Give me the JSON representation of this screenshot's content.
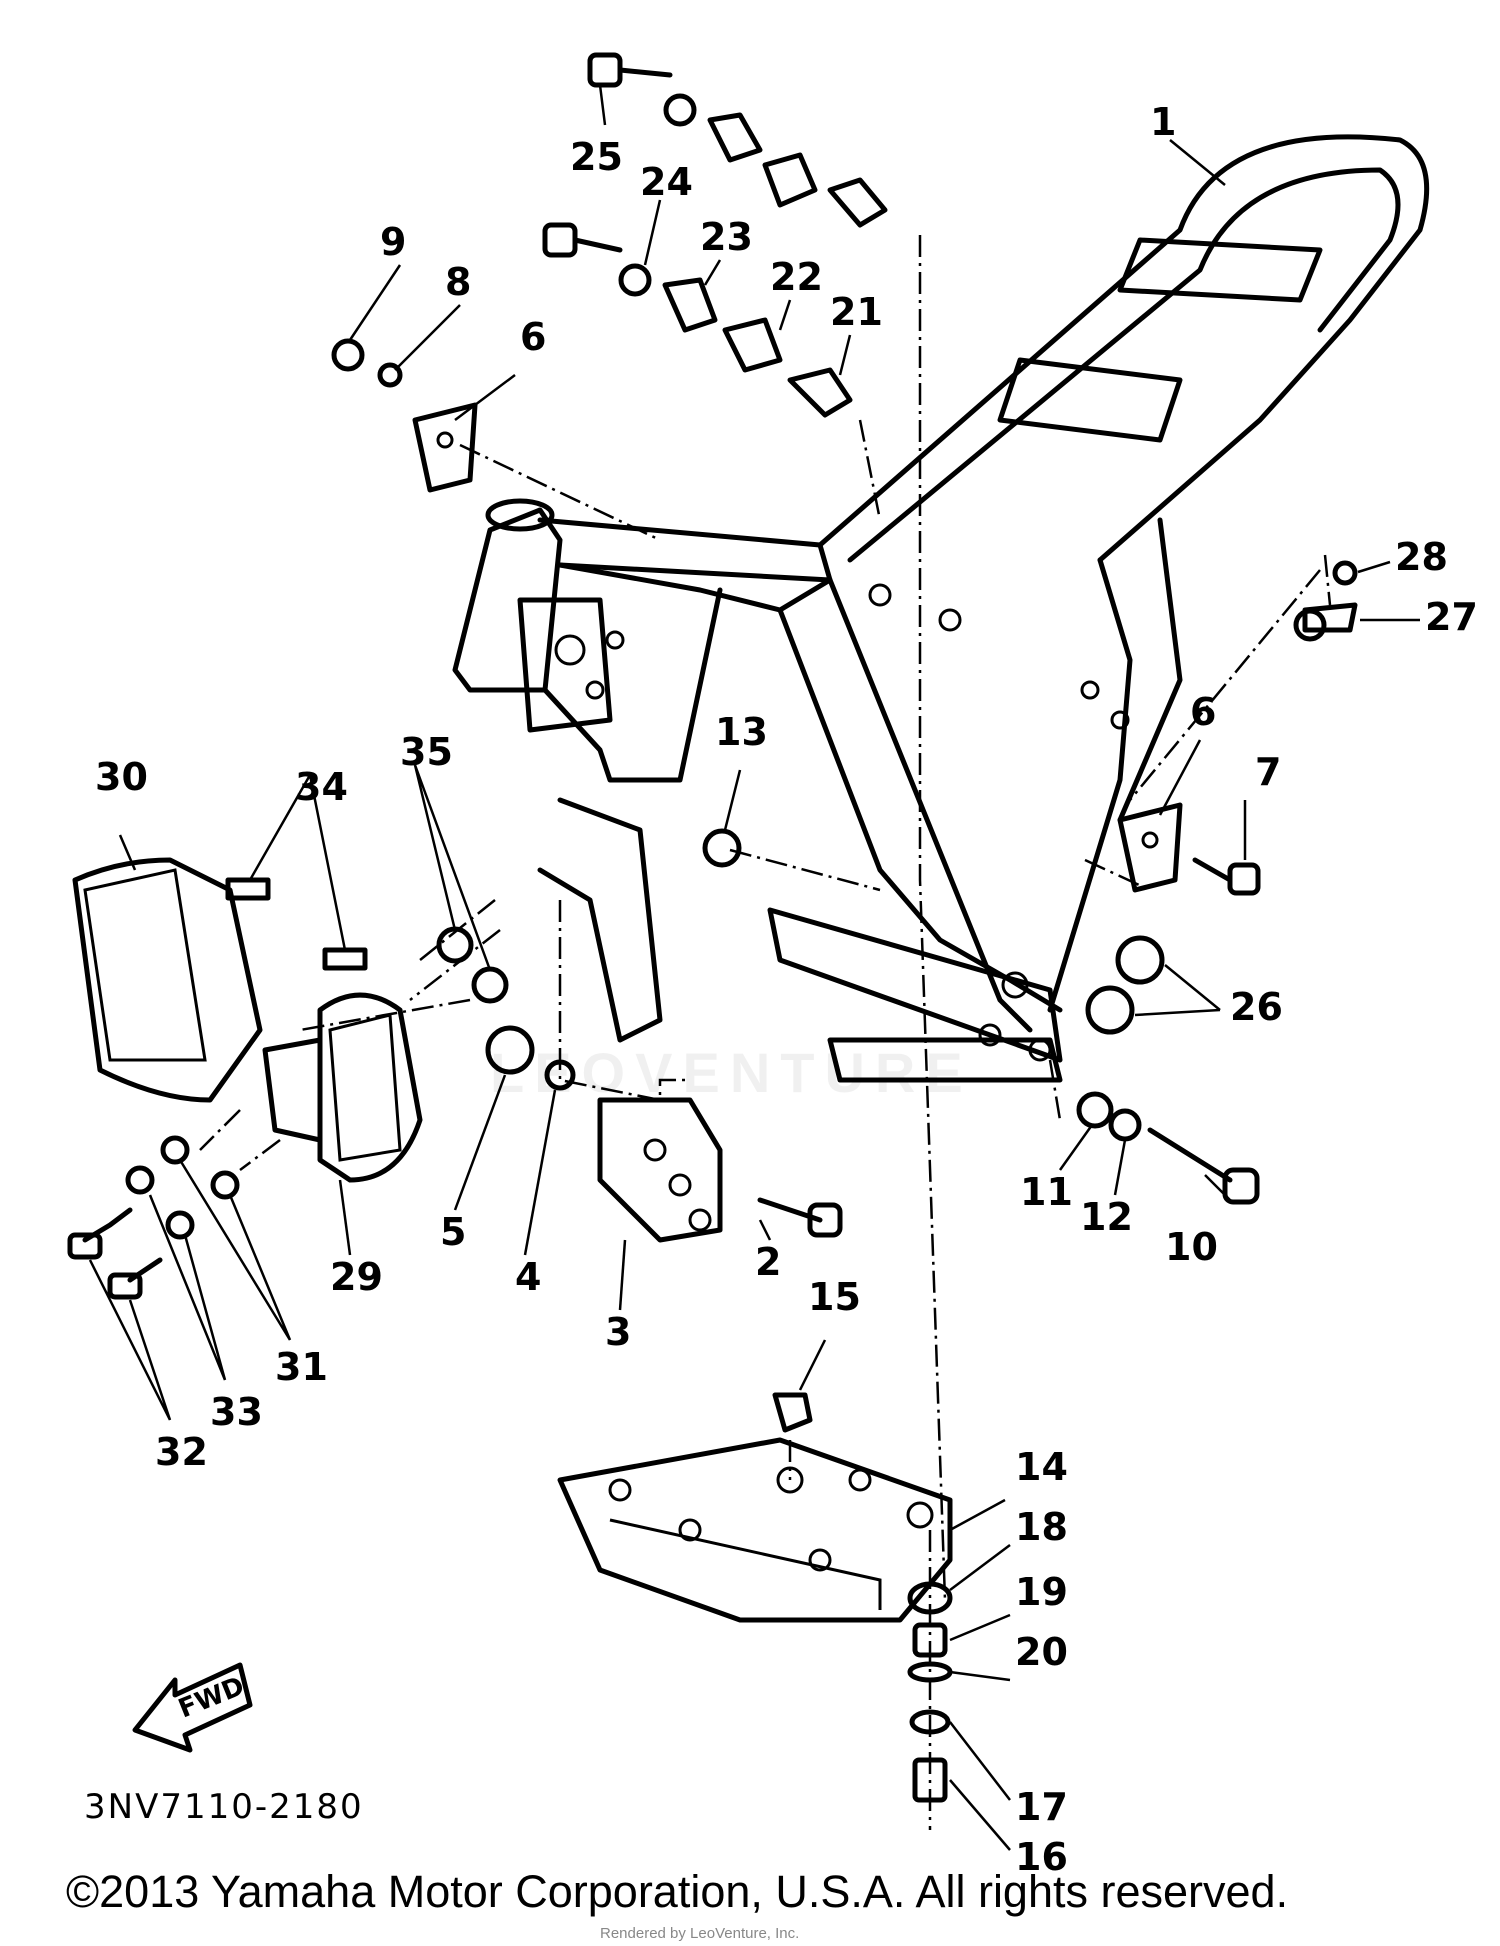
{
  "diagram": {
    "code": "3NV7110-2180",
    "copyright": "©2013 Yamaha Motor Corporation, U.S.A. All rights reserved.",
    "render_note": "Rendered by LeoVenture, Inc.",
    "watermark": "LEOVENTURE",
    "fwd_label": "FWD",
    "callouts": [
      "1",
      "2",
      "3",
      "4",
      "5",
      "6",
      "6",
      "7",
      "8",
      "9",
      "10",
      "11",
      "12",
      "13",
      "14",
      "15",
      "16",
      "17",
      "18",
      "19",
      "20",
      "21",
      "22",
      "23",
      "24",
      "25",
      "26",
      "27",
      "28",
      "29",
      "30",
      "31",
      "32",
      "33",
      "34",
      "35"
    ]
  }
}
